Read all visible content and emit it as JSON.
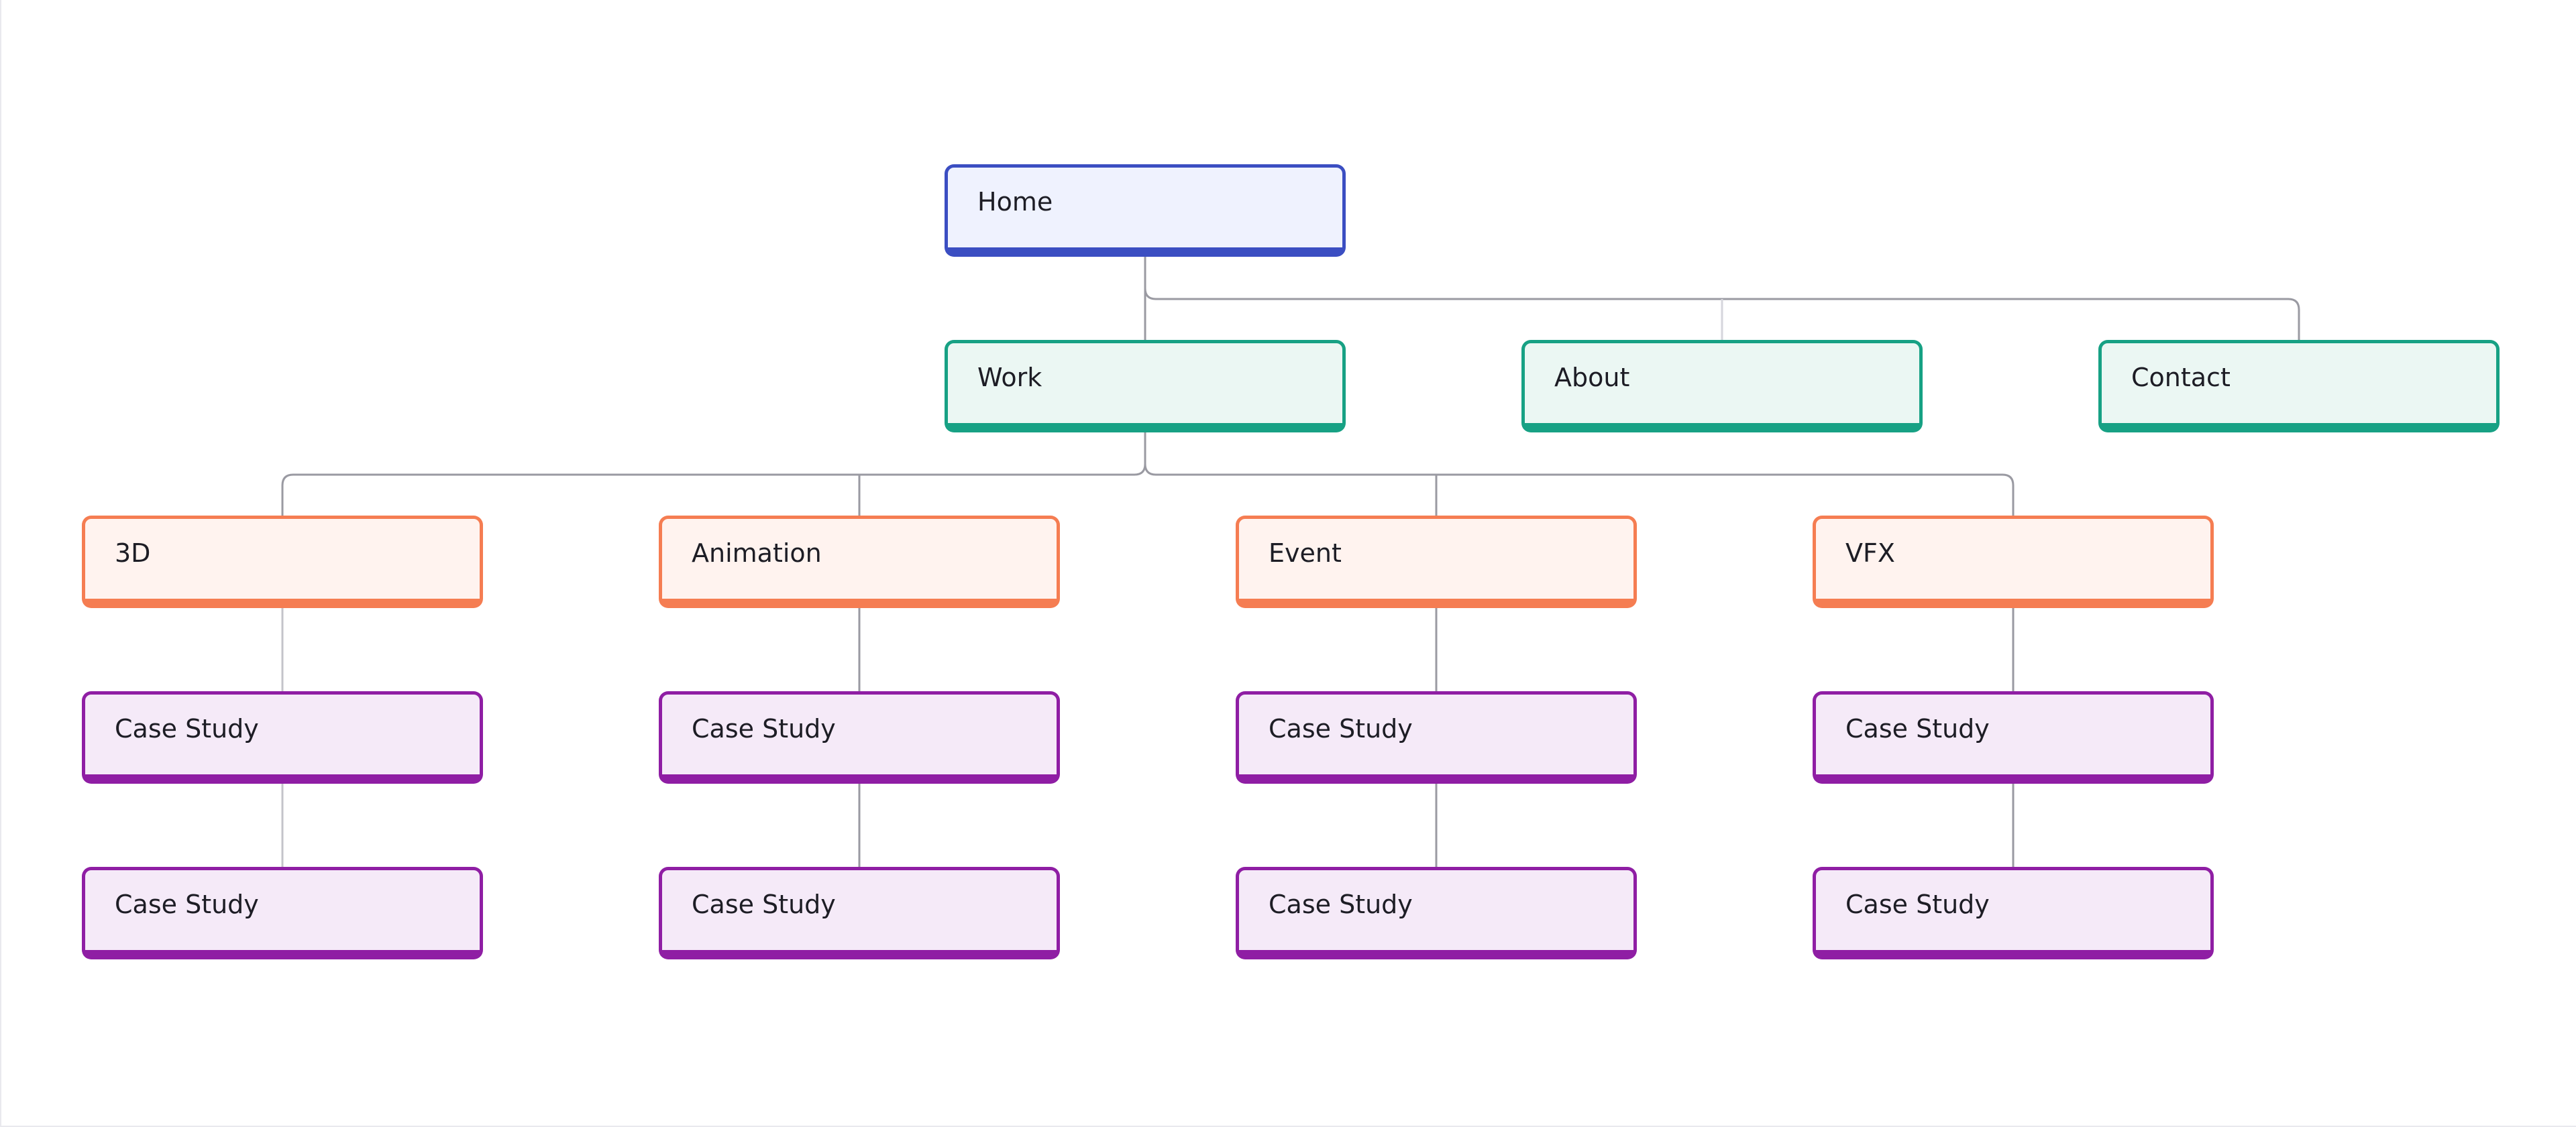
{
  "diagram": {
    "type": "sitemap-tree",
    "level_colors": {
      "home": "#3b4ec2",
      "section": "#17a184",
      "category": "#f57d52",
      "case_study": "#8f1ea4",
      "connector": "#9a9aa2"
    },
    "home": {
      "label": "Home"
    },
    "sections": [
      {
        "label": "Work"
      },
      {
        "label": "About"
      },
      {
        "label": "Contact"
      }
    ],
    "categories": [
      {
        "label": "3D",
        "children": [
          {
            "label": "Case Study"
          },
          {
            "label": "Case Study"
          }
        ]
      },
      {
        "label": "Animation",
        "children": [
          {
            "label": "Case Study"
          },
          {
            "label": "Case Study"
          }
        ]
      },
      {
        "label": "Event",
        "children": [
          {
            "label": "Case Study"
          },
          {
            "label": "Case Study"
          }
        ]
      },
      {
        "label": "VFX",
        "children": [
          {
            "label": "Case Study"
          },
          {
            "label": "Case Study"
          }
        ]
      }
    ]
  }
}
